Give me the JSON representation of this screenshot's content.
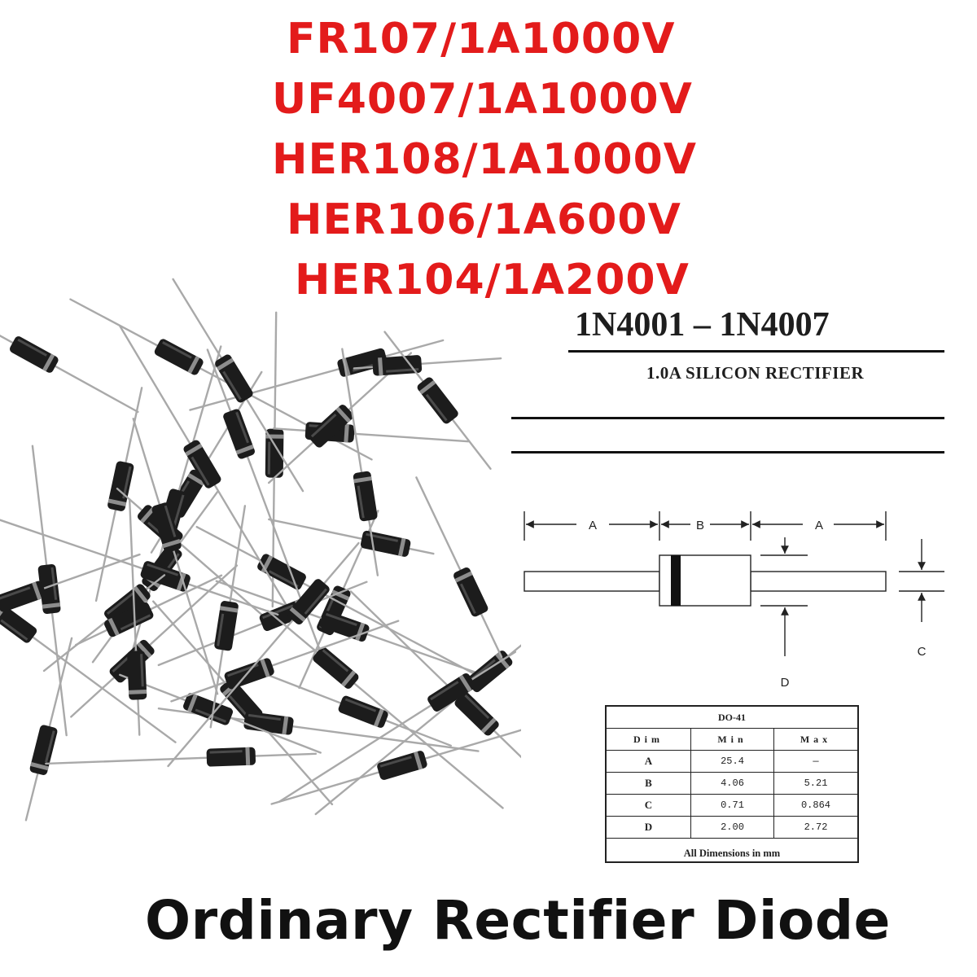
{
  "models": [
    "FR107/1A1000V",
    "UF4007/1A1000V",
    "HER108/1A1000V",
    "HER106/1A600V",
    "HER104/1A200V"
  ],
  "datasheet": {
    "title": "1N4001 – 1N4007",
    "subtitle": "1.0A SILICON RECTIFIER",
    "labels": {
      "a": "A",
      "b": "B",
      "c": "C",
      "d": "D"
    },
    "table": {
      "package": "DO-41",
      "headers": [
        "Dim",
        "Min",
        "Max"
      ],
      "rows": [
        [
          "A",
          "25.4",
          "—"
        ],
        [
          "B",
          "4.06",
          "5.21"
        ],
        [
          "C",
          "0.71",
          "0.864"
        ],
        [
          "D",
          "2.00",
          "2.72"
        ]
      ],
      "footer": "All Dimensions in mm"
    }
  },
  "caption": "Ordinary Rectifier Diode",
  "colors": {
    "model_text": "#e31b1b",
    "diode_body": "#1c1c1c",
    "lead": "#a9a9a9",
    "text": "#111111"
  }
}
